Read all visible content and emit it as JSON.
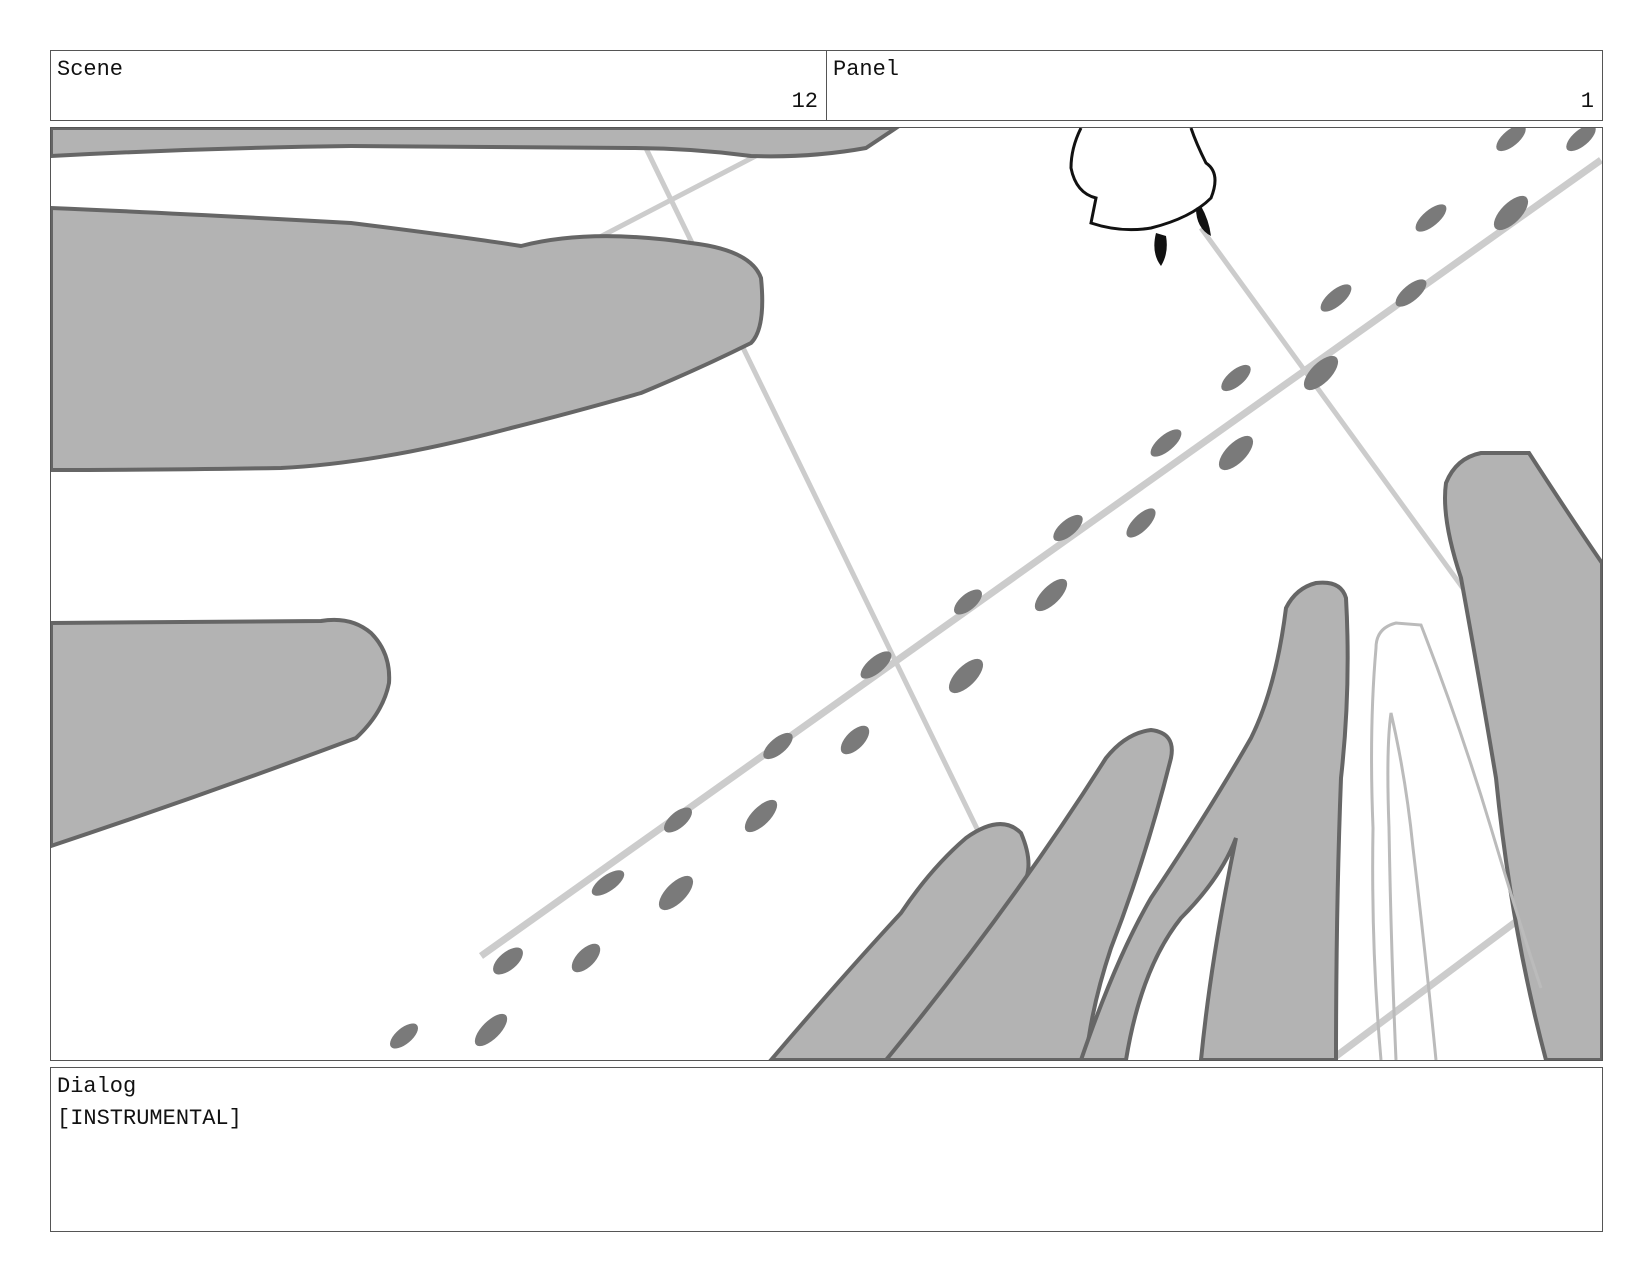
{
  "header": {
    "scene_label": "Scene",
    "scene_value": "12",
    "panel_label": "Panel",
    "panel_value": "1"
  },
  "dialog": {
    "label": "Dialog",
    "text": "[INSTRUMENTAL]"
  },
  "colors": {
    "border": "#555555",
    "fill_gray": "#b3b3b3",
    "outline_gray": "#666666",
    "guide_line": "#cccccc",
    "mark_gray": "#7a7a7a"
  }
}
